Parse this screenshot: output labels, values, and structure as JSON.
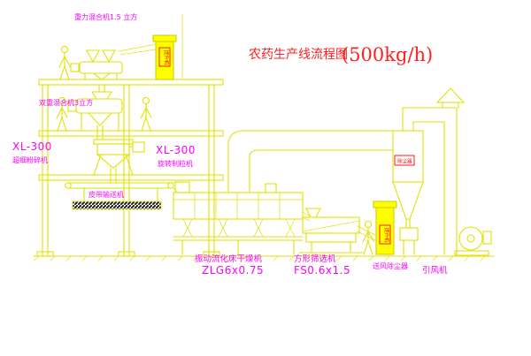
{
  "title": {
    "text": "农药生产线流程图",
    "capacity": "(500kg/h)"
  },
  "labels": {
    "mixer1": "重力混合机1.5 立方",
    "mixer2": "双重混合机3立方",
    "granulator1_model": "XL-300",
    "granulator1_name": "超细粉碎机",
    "granulator2_model": "XL-300",
    "granulator2_name": "旋转制粒机",
    "conveyor": "皮带输送机",
    "dryer": "振动流化床干燥机",
    "dryer_model": "ZLG6x0.75",
    "sieve": "方形筛选机",
    "sieve_model": "FS0.6x1.5",
    "duster": "送风除尘器",
    "fan": "引风机"
  },
  "tags": {
    "elevator1": "提升机",
    "elevator2": "提升机",
    "cyclone": "除尘器"
  },
  "colors": {
    "line": "#e2e200",
    "label": "#ff00ff",
    "title": "#ff2020",
    "tag": "#ff0000",
    "equipment_fill": "#ffff00"
  }
}
